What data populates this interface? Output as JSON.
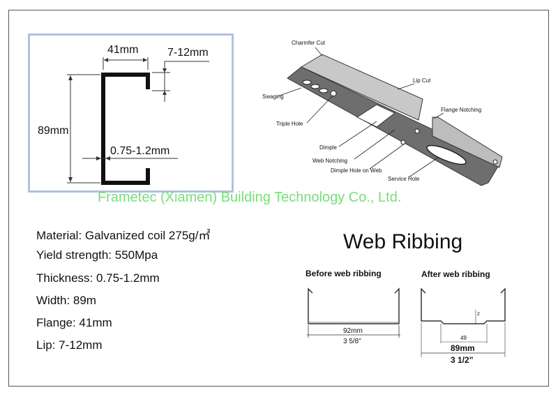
{
  "profile": {
    "flange_dim": "41mm",
    "lip_dim": "7-12mm",
    "web_dim": "89mm",
    "thickness_dim": "0.75-1.2mm"
  },
  "callouts": {
    "charmfer_cut": "Charmfer Cut",
    "lip_cut": "Lip Cut",
    "swaging": "Swaging",
    "flange_notching": "Flange Notching",
    "triple_hole": "Triple Hole",
    "dimple": "Dimple",
    "web_notching": "Web Notching",
    "dimple_hole_on_web": "Dimple Hole on Web",
    "service_hole": "Service Hole"
  },
  "watermark": "Frametec (Xiamen) Building Technology Co., Ltd.",
  "specs": {
    "material": "Material: Galvanized coil 275g/㎡",
    "yield": "Yield strength: 550Mpa",
    "thickness": "Thickness: 0.75-1.2mm",
    "width": "Width: 89m",
    "flange": "Flange: 41mm",
    "lip": "Lip: 7-12mm"
  },
  "web_ribbing": {
    "title": "Web Ribbing",
    "before_label": "Before web ribbing",
    "after_label": "After web ribbing",
    "before_width_mm": "92mm",
    "before_width_in": "3 5/8\"",
    "after_inner": "49",
    "after_depth": "2",
    "after_width_mm": "89mm",
    "after_width_in": "3 1/2\""
  },
  "colors": {
    "frame_border": "#555555",
    "profile_box_border": "#aec3dd",
    "watermark": "#63d863",
    "steel_dark": "#6e6e6e",
    "steel_light": "#bdbdbd"
  }
}
